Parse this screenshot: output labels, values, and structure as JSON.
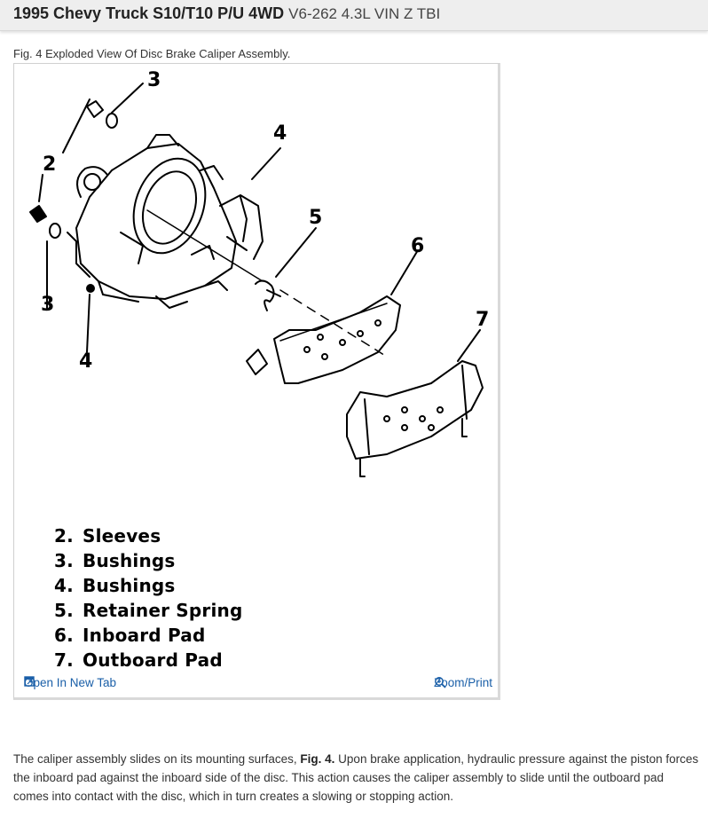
{
  "header": {
    "title_bold": "1995 Chevy Truck S10/T10 P/U 4WD",
    "title_sub": "V6-262 4.3L VIN Z TBI"
  },
  "figure": {
    "caption": "Fig. 4 Exploded View Of Disc Brake Caliper Assembly.",
    "callouts": [
      "3",
      "4",
      "2",
      "5",
      "6",
      "7",
      "3",
      "4"
    ],
    "legend": [
      {
        "num": "2.",
        "label": "Sleeves"
      },
      {
        "num": "3.",
        "label": "Bushings"
      },
      {
        "num": "4.",
        "label": "Bushings"
      },
      {
        "num": "5.",
        "label": "Retainer Spring"
      },
      {
        "num": "6.",
        "label": "Inboard Pad"
      },
      {
        "num": "7.",
        "label": "Outboard Pad"
      }
    ],
    "open_tab_label": "Open In New Tab",
    "zoom_label": "Zoom/Print"
  },
  "body": {
    "text_before": "The caliper assembly slides on its mounting surfaces, ",
    "fig_ref": "Fig. 4.",
    "text_after": " Upon brake application, hydraulic pressure against the piston forces the inboard pad against the inboard side of the disc. This action causes the caliper assembly to slide until the outboard pad comes into contact with the disc, which in turn creates a slowing or stopping action."
  },
  "colors": {
    "link": "#1a5fa8",
    "header_bg": "#eeeeee"
  }
}
